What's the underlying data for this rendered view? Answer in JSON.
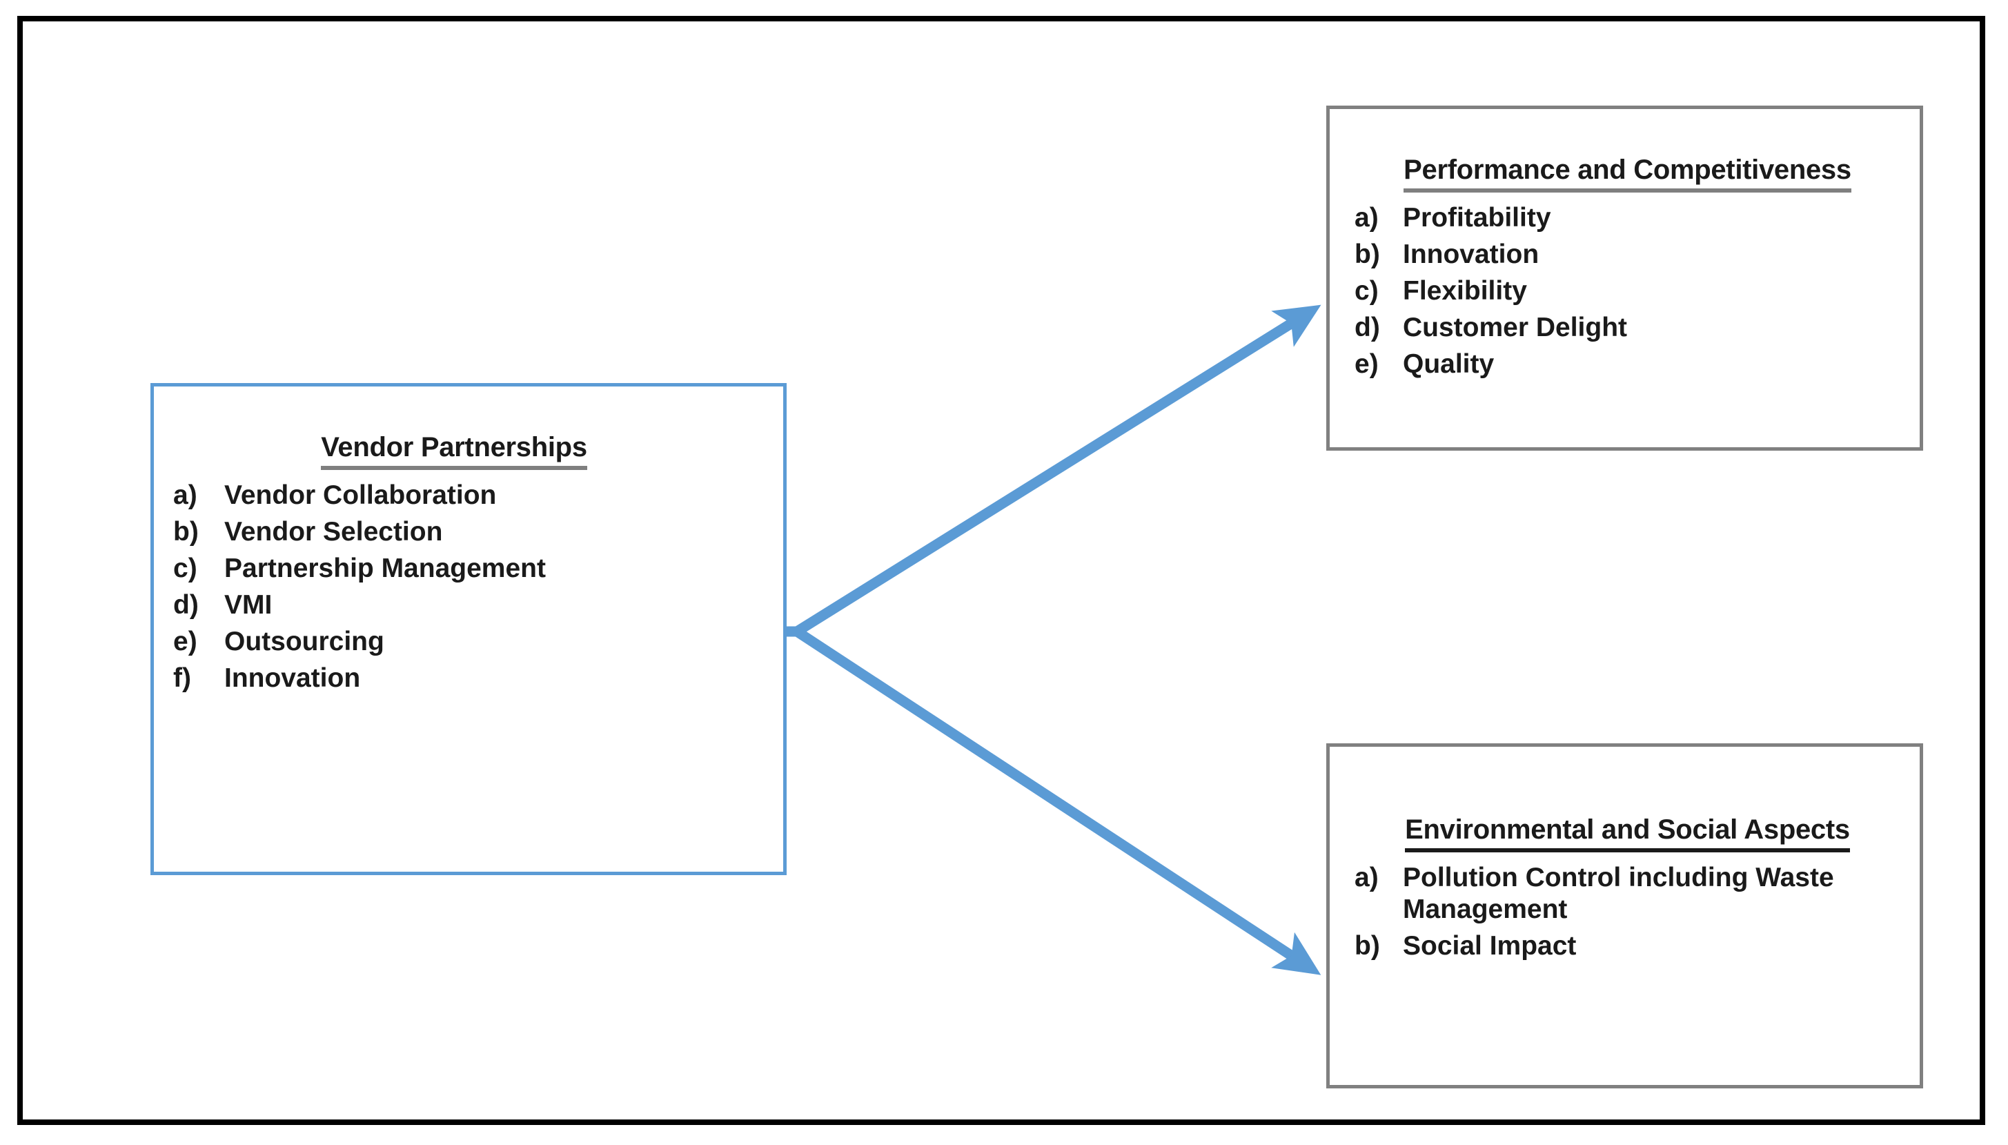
{
  "diagram": {
    "title_text": "",
    "accent_color": "#5B9BD5",
    "frame_color": "#000000",
    "box_border_gray": "#808080",
    "text_color": "#1A1A1A",
    "underline_color": "#7F7F7F"
  },
  "source_box": {
    "title": "Vendor Partnerships",
    "items": [
      {
        "marker": "a)",
        "label": "Vendor Collaboration"
      },
      {
        "marker": "b)",
        "label": "Vendor Selection"
      },
      {
        "marker": "c)",
        "label": "Partnership Management"
      },
      {
        "marker": "d)",
        "label": "VMI"
      },
      {
        "marker": "e)",
        "label": "Outsourcing"
      },
      {
        "marker": "f)",
        "label": "Innovation"
      }
    ]
  },
  "target_boxes": [
    {
      "title": "Performance and Competitiveness",
      "items": [
        {
          "marker": "a)",
          "label": "Profitability"
        },
        {
          "marker": "b)",
          "label": "Innovation"
        },
        {
          "marker": "c)",
          "label": "Flexibility"
        },
        {
          "marker": "d)",
          "label": "Customer Delight"
        },
        {
          "marker": "e)",
          "label": "Quality"
        }
      ]
    },
    {
      "title": "Environmental and Social Aspects",
      "items": [
        {
          "marker": "a)",
          "label": "Pollution Control including Waste Management"
        },
        {
          "marker": "b)",
          "label": "Social Impact"
        }
      ]
    }
  ],
  "connectors": [
    {
      "name": "arrow-to-performance",
      "from": "Vendor Partnerships",
      "to": "Performance and Competitiveness",
      "color": "#5B9BD5"
    },
    {
      "name": "arrow-to-environmental",
      "from": "Vendor Partnerships",
      "to": "Environmental and Social Aspects",
      "color": "#5B9BD5"
    }
  ]
}
